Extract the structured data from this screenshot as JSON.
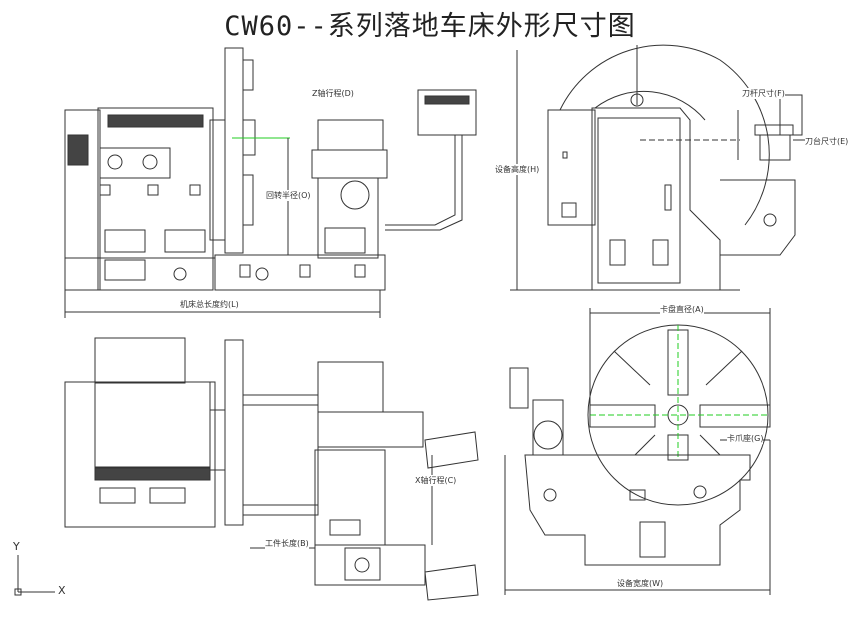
{
  "title": "CW60--系列落地车床外形尺寸图",
  "dimensions": {
    "z_travel": "Z轴行程(D)",
    "swing_radius": "回转半径(O)",
    "overall_length": "机床总长度约(L)",
    "height": "设备高度(H)",
    "tool_shank": "刀杆尺寸(F)",
    "tool_post": "刀台尺寸(E)",
    "chuck_diameter": "卡盘直径(A)",
    "jaw_seat": "卡爪座(G)",
    "width": "设备宽度(W)",
    "x_travel": "X轴行程(C)",
    "workpiece_length": "工件长度(B)"
  },
  "axes": {
    "y": "Y",
    "x": "X"
  },
  "colors": {
    "line": "#333333",
    "centerline": "#22cc22"
  }
}
